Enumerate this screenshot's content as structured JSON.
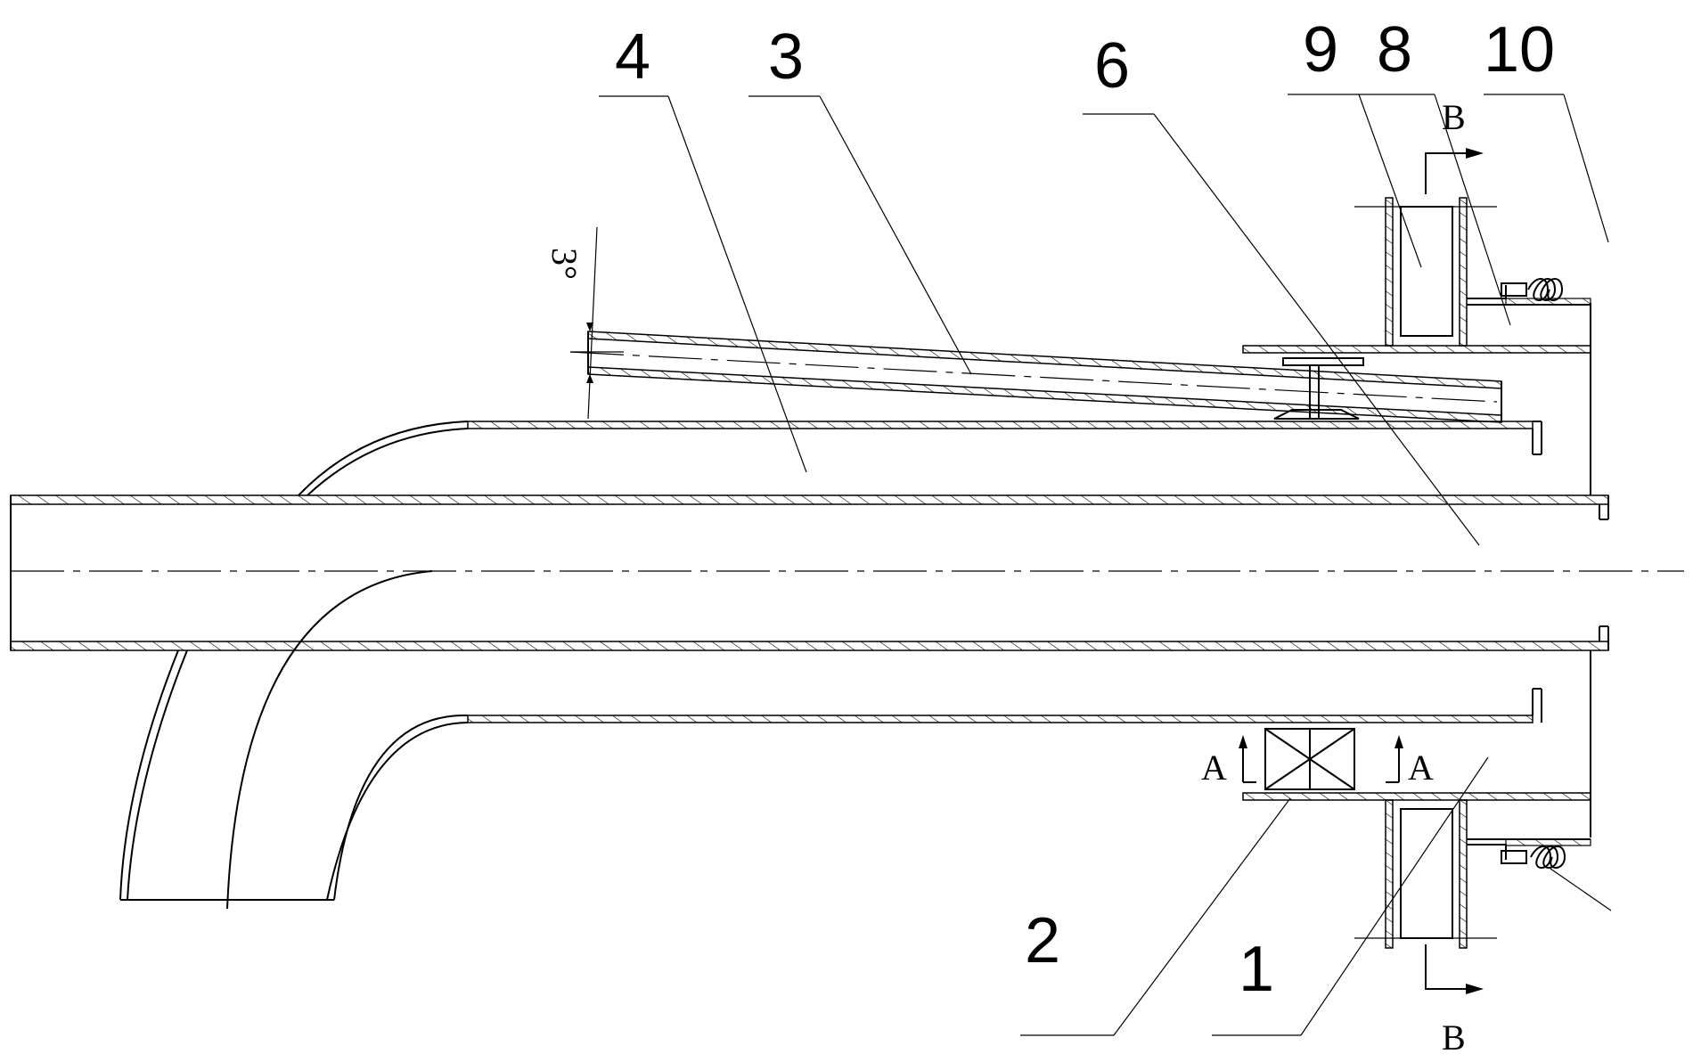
{
  "labels": {
    "part_1": "1",
    "part_2": "2",
    "part_3": "3",
    "part_4": "4",
    "part_6": "6",
    "part_8": "8",
    "part_9": "9",
    "part_10": "10"
  },
  "section_marks": {
    "a_left": "A",
    "a_right": "A",
    "b_top": "B",
    "b_bottom": "B"
  },
  "angle_note": "3°"
}
